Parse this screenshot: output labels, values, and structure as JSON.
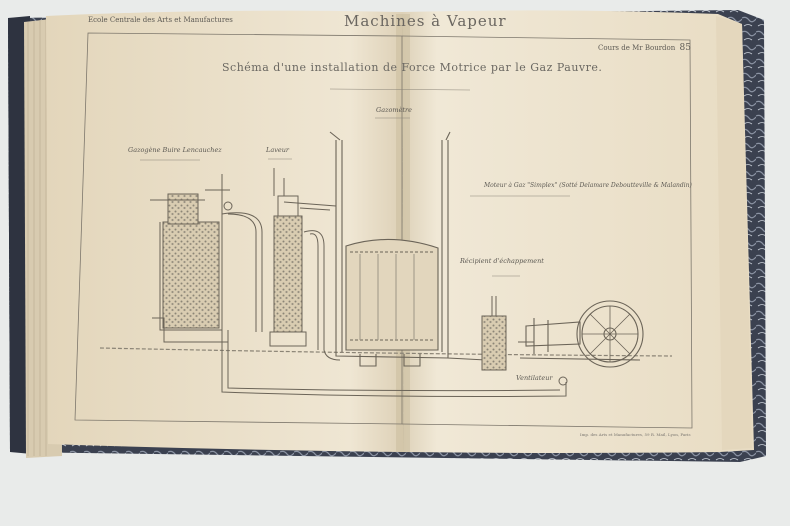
{
  "page": {
    "header_left": "Ecole Centrale des Arts et Manufactures",
    "header_center": "Machines à Vapeur",
    "header_right": "Cours de Mr Bourdon",
    "page_number": "85",
    "plate_title": "Schéma d'une installation de Force Motrice par le Gaz Pauvre.",
    "imprint": "Imp. des Arts et Manufactures, 59 R. Mail, Lyon, Paris"
  },
  "labels": {
    "gazometre": "Gazomètre",
    "gazogene": "Gazogène Buire Lencauchez",
    "laveur": "Laveur",
    "moteur": "Moteur à Gaz \"Simplex\" (Sotté Delamare Deboutteville & Malandin)",
    "recipient": "Récipient d'échappement",
    "ventilateur": "Ventilateur"
  },
  "colors": {
    "background": "#e9ebea",
    "paper": "#eee4cf",
    "ink": "#6a6660",
    "cover": "#3d4350"
  }
}
